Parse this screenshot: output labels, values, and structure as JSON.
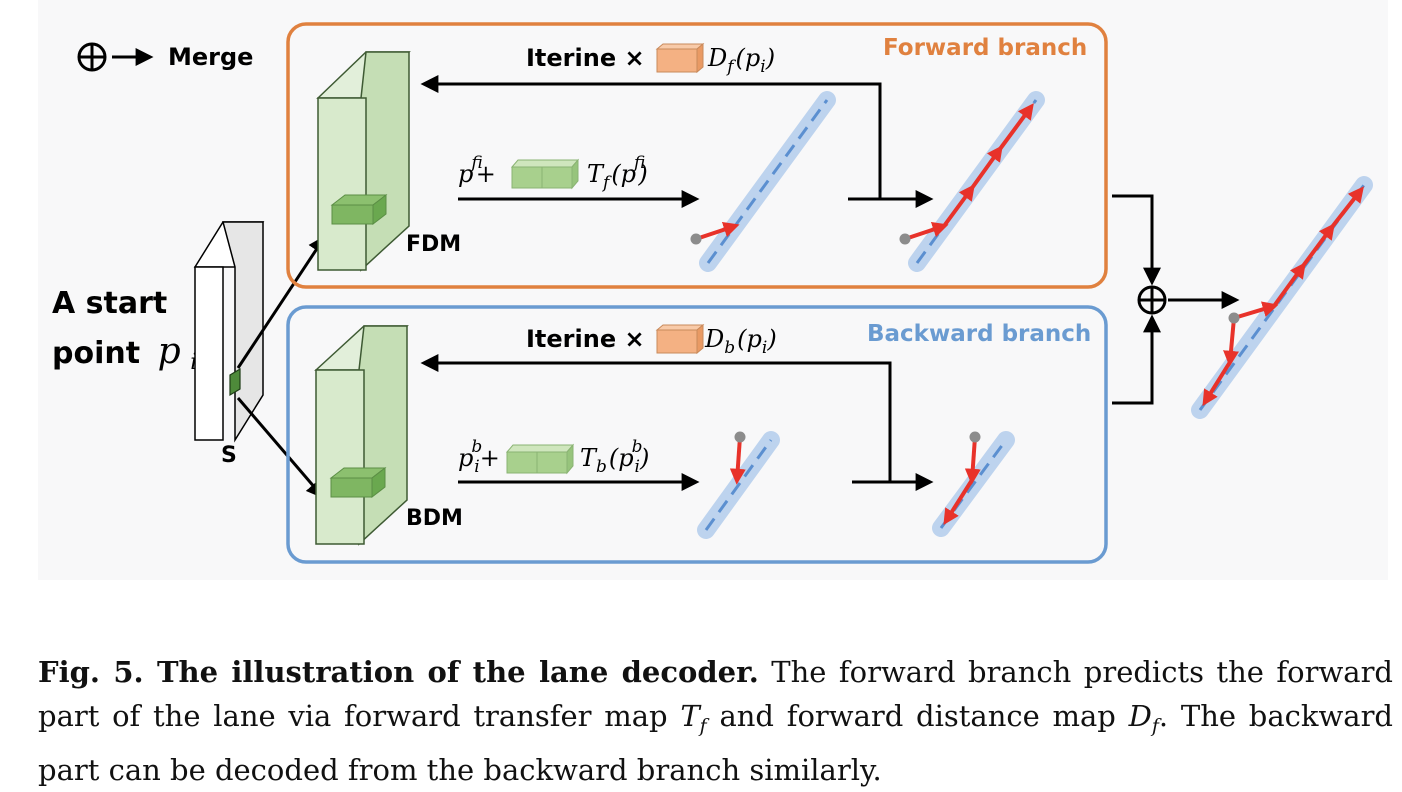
{
  "legend": {
    "label": "Merge"
  },
  "start_point": {
    "line1": "A start",
    "line2": "point",
    "symbol": "p",
    "subscript": "i"
  },
  "feature_map": {
    "label": "S"
  },
  "forward": {
    "title": "Forward branch",
    "module_label": "FDM",
    "iterine_text": "Iterine ×",
    "distance_map": "D",
    "distance_sub": "f",
    "distance_arg": "(p",
    "distance_arg_sub": "i",
    "distance_close": ")",
    "transfer_p": "p",
    "transfer_p_sup": "f",
    "transfer_p_sub": "i",
    "plus": "+",
    "transfer_map": "T",
    "transfer_sub": "f",
    "transfer_arg": "(p",
    "transfer_arg_sup": "f",
    "transfer_arg_sub": "i",
    "transfer_close": ")"
  },
  "backward": {
    "title": "Backward branch",
    "module_label": "BDM",
    "iterine_text": "Iterine ×",
    "distance_map": "D",
    "distance_sub": "b",
    "distance_arg": "(p",
    "distance_arg_sub": "i",
    "distance_close": ")",
    "transfer_p": "p",
    "transfer_p_sup": "b",
    "transfer_p_sub": "i",
    "plus": "+",
    "transfer_map": "T",
    "transfer_sub": "b",
    "transfer_arg": "(p",
    "transfer_arg_sup": "b",
    "transfer_arg_sub": "i",
    "transfer_close": ")"
  },
  "caption": {
    "label": "Fig. 5. The illustration of the lane decoder.",
    "part1": " The forward branch predicts the forward part of the lane via forward transfer map ",
    "tf_main": "T",
    "tf_sub": "f",
    "part2": " and forward distance map ",
    "df_main": "D",
    "df_sub": "f",
    "part3": ". The backward part can be decoded from the backward branch similarly."
  },
  "colors": {
    "forward_border": "#e0813f",
    "backward_border": "#6a9bd1",
    "module_fill": "#d3e6c6",
    "module_stroke": "#3e5a33",
    "transfer_fill": "#a8d08d",
    "distance_fill": "#f4b183",
    "lane_band": "#bdd3ee",
    "lane_dash": "#5b8fd0",
    "pred_arrow": "#e8322a",
    "start_dot": "#8c8c8c"
  }
}
